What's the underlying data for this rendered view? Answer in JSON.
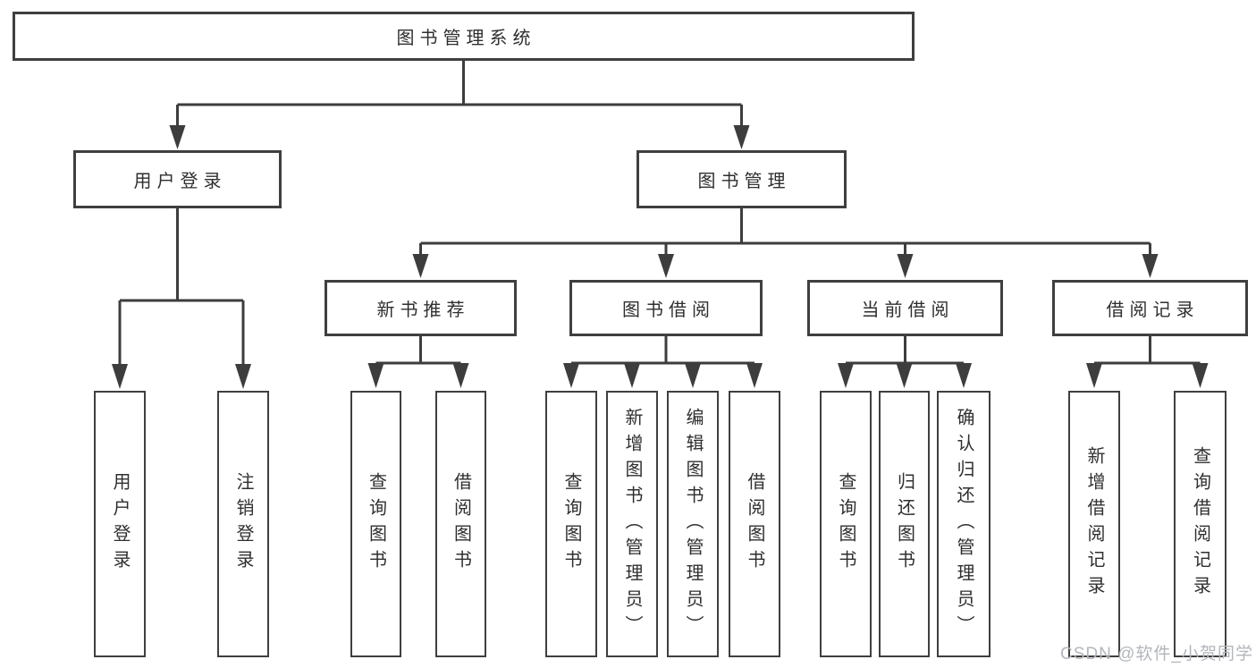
{
  "tree": {
    "root": {
      "label": "图书管理系统"
    },
    "branches": [
      {
        "label": "用户登录",
        "children": [
          {
            "label": "用户登录"
          },
          {
            "label": "注销登录"
          }
        ]
      },
      {
        "label": "图书管理",
        "children": [
          {
            "label": "新书推荐",
            "children": [
              {
                "label": "查询图书"
              },
              {
                "label": "借阅图书"
              }
            ]
          },
          {
            "label": "图书借阅",
            "children": [
              {
                "label": "查询图书"
              },
              {
                "label": "新增图书（管理员）"
              },
              {
                "label": "编辑图书（管理员）"
              },
              {
                "label": "借阅图书"
              }
            ]
          },
          {
            "label": "当前借阅",
            "children": [
              {
                "label": "查询图书"
              },
              {
                "label": "归还图书"
              },
              {
                "label": "确认归还（管理员）"
              }
            ]
          },
          {
            "label": "借阅记录",
            "children": [
              {
                "label": "新增借阅记录"
              },
              {
                "label": "查询借阅记录"
              }
            ]
          }
        ]
      }
    ]
  },
  "watermark": {
    "text": "CSDN @软件_小贺同学"
  },
  "colors": {
    "background": "#ffffff",
    "line": "#3d3d3d",
    "box-border": "#3f3f3f",
    "text": "#2f2f2f",
    "watermark": "#b3b6bb"
  }
}
